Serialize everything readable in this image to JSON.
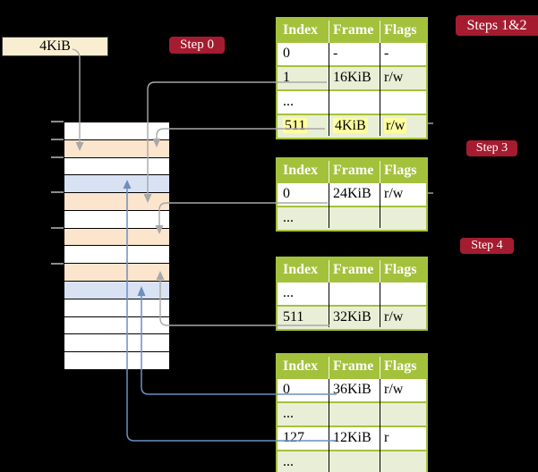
{
  "page": {
    "background": "#000000"
  },
  "page_size_box": {
    "label": "4KiB"
  },
  "step_labels": {
    "step0": "Step 0",
    "steps_1_2": "Steps 1&2",
    "step3": "Step 3",
    "step4": "Step 4"
  },
  "memory_strip": {
    "rows": [
      {
        "fill": "#ffffff"
      },
      {
        "fill": "#fce5cd"
      },
      {
        "fill": "#ffffff"
      },
      {
        "fill": "#d9e2f3"
      },
      {
        "fill": "#fce5cd"
      },
      {
        "fill": "#ffffff"
      },
      {
        "fill": "#fce5cd"
      },
      {
        "fill": "#ffffff"
      },
      {
        "fill": "#fce5cd"
      },
      {
        "fill": "#d9e2f3"
      },
      {
        "fill": "#ffffff"
      },
      {
        "fill": "#ffffff"
      },
      {
        "fill": "#ffffff"
      },
      {
        "fill": "#ffffff"
      }
    ]
  },
  "page_tables": [
    {
      "headers": [
        "Index",
        "Frame",
        "Flags"
      ],
      "rows": [
        {
          "cells": [
            "0",
            "-",
            "-"
          ],
          "shaded": false,
          "highlighted": false
        },
        {
          "cells": [
            "1",
            "16KiB",
            "r/w"
          ],
          "shaded": true,
          "highlighted": false
        },
        {
          "cells": [
            "...",
            "",
            ""
          ],
          "shaded": false,
          "highlighted": false
        },
        {
          "cells": [
            "511",
            "4KiB",
            "r/w"
          ],
          "shaded": true,
          "highlighted": true
        }
      ]
    },
    {
      "headers": [
        "Index",
        "Frame",
        "Flags"
      ],
      "rows": [
        {
          "cells": [
            "0",
            "24KiB",
            "r/w"
          ],
          "shaded": false,
          "highlighted": false
        },
        {
          "cells": [
            "...",
            "",
            ""
          ],
          "shaded": true,
          "highlighted": false
        }
      ]
    },
    {
      "headers": [
        "Index",
        "Frame",
        "Flags"
      ],
      "rows": [
        {
          "cells": [
            "...",
            "",
            ""
          ],
          "shaded": false,
          "highlighted": false
        },
        {
          "cells": [
            "511",
            "32KiB",
            "r/w"
          ],
          "shaded": true,
          "highlighted": false
        }
      ]
    },
    {
      "headers": [
        "Index",
        "Frame",
        "Flags"
      ],
      "rows": [
        {
          "cells": [
            "0",
            "36KiB",
            "r/w"
          ],
          "shaded": false,
          "highlighted": false
        },
        {
          "cells": [
            "...",
            "",
            ""
          ],
          "shaded": true,
          "highlighted": false
        },
        {
          "cells": [
            "127",
            "12KiB",
            "r"
          ],
          "shaded": false,
          "highlighted": false
        },
        {
          "cells": [
            "...",
            "",
            ""
          ],
          "shaded": true,
          "highlighted": false
        }
      ]
    }
  ],
  "arrows": [
    {
      "from": "4KiB box",
      "to": "memory frame 4KiB",
      "color": "gray"
    },
    {
      "from": "table1 row 1 (16KiB)",
      "to": "memory frame 16KiB",
      "color": "gray"
    },
    {
      "from": "table1 row 511 (4KiB)",
      "to": "memory frame 4KiB",
      "color": "gray"
    },
    {
      "from": "table2 row 0 (24KiB)",
      "to": "memory frame 24KiB",
      "color": "gray"
    },
    {
      "from": "table3 row 511 (32KiB)",
      "to": "memory frame 32KiB",
      "color": "gray"
    },
    {
      "from": "table4 row 0 (36KiB)",
      "to": "memory frame 36KiB",
      "color": "blue"
    },
    {
      "from": "table4 row 127 (12KiB)",
      "to": "memory frame 12KiB",
      "color": "blue"
    }
  ],
  "colors": {
    "accent_green": "#a4c13c",
    "row_green": "#e9efd6",
    "label_red": "#a51c30",
    "frame_peach": "#fce5cd",
    "frame_blue": "#d9e2f3",
    "highlight_yellow": "#ffff9e",
    "arrow_gray": "#a8a8a8",
    "arrow_blue": "#6b8fbf",
    "box_cream": "#faeed2"
  }
}
